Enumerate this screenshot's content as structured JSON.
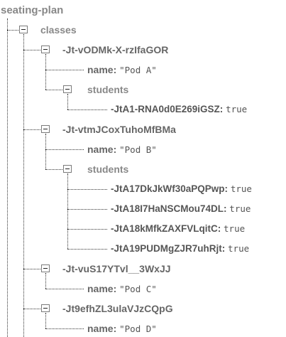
{
  "root": "seating-plan",
  "classes_label": "classes",
  "classes": [
    {
      "id": "-Jt-vODMk-X-rzIfaGOR",
      "name_key": "name:",
      "name_value": "\"Pod A\"",
      "students_label": "students",
      "students": [
        {
          "id": "-JtA1-RNA0d0E269iGSZ:",
          "value": "true"
        }
      ]
    },
    {
      "id": "-Jt-vtmJCoxTuhoMfBMa",
      "name_key": "name:",
      "name_value": "\"Pod B\"",
      "students_label": "students",
      "students": [
        {
          "id": "-JtA17DkJkWf30aPQPwp:",
          "value": "true"
        },
        {
          "id": "-JtA18I7HaNSCMou74DL:",
          "value": "true"
        },
        {
          "id": "-JtA18kMfkZAXFVLqitC:",
          "value": "true"
        },
        {
          "id": "-JtA19PUDMgZJR7uhRjt:",
          "value": "true"
        }
      ]
    },
    {
      "id": "-Jt-vuS17YTvl__3WxJJ",
      "name_key": "name:",
      "name_value": "\"Pod C\""
    },
    {
      "id": "-Jt9efhZL3ulaVJzCQpG",
      "name_key": "name:",
      "name_value": "\"Pod D\""
    }
  ]
}
